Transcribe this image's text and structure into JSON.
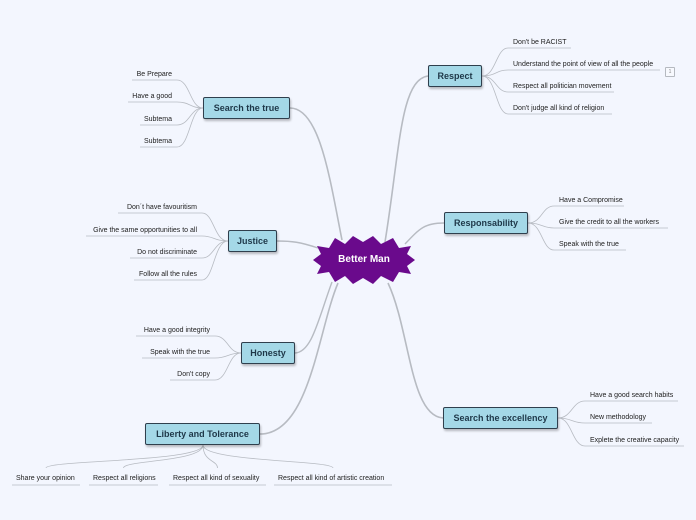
{
  "central_topic": {
    "label": "Better Man",
    "color": "#6a0a8c"
  },
  "colors": {
    "topic_fill": "#a4d8e7",
    "topic_border": "#2f3f4d",
    "connector": "#b7bbc2",
    "background": "#f3f6fe"
  },
  "topics": [
    {
      "id": "respect",
      "label": "Respect",
      "side": "right",
      "subtopics": [
        "Don't be RACIST",
        "Understand the point of view of all the people",
        "Respect all politician movement",
        "Don't judge all kind of religion"
      ],
      "collapsed_indicator": "1"
    },
    {
      "id": "responsability",
      "label": "Responsability",
      "side": "right",
      "subtopics": [
        "Have a Compromise",
        "Give the credit to all the workers",
        "Speak with the true"
      ]
    },
    {
      "id": "search-the-excellency",
      "label": "Search the excellency",
      "side": "right",
      "subtopics": [
        "Have a good search habits",
        "New methodology",
        "Explete the creative capacity"
      ]
    },
    {
      "id": "search-the-true",
      "label": "Search the true",
      "side": "left",
      "subtopics": [
        "Be Prepare",
        "Have a good",
        "Subtema",
        "Subtema"
      ]
    },
    {
      "id": "justice",
      "label": "Justice",
      "side": "left",
      "subtopics": [
        "Don´t have favouritism",
        "Give the same opportunities to all",
        "Do not discriminate",
        "Follow all the rules"
      ]
    },
    {
      "id": "honesty",
      "label": "Honesty",
      "side": "left",
      "subtopics": [
        "Have a good integrity",
        "Speak with the true",
        "Don't copy"
      ]
    },
    {
      "id": "liberty-and-tolerance",
      "label": "Liberty and Tolerance",
      "side": "bottom",
      "subtopics": [
        "Share your opinion",
        "Respect all religions",
        "Respect all kind of sexuality",
        "Respect all kind of artistic creation"
      ]
    }
  ]
}
